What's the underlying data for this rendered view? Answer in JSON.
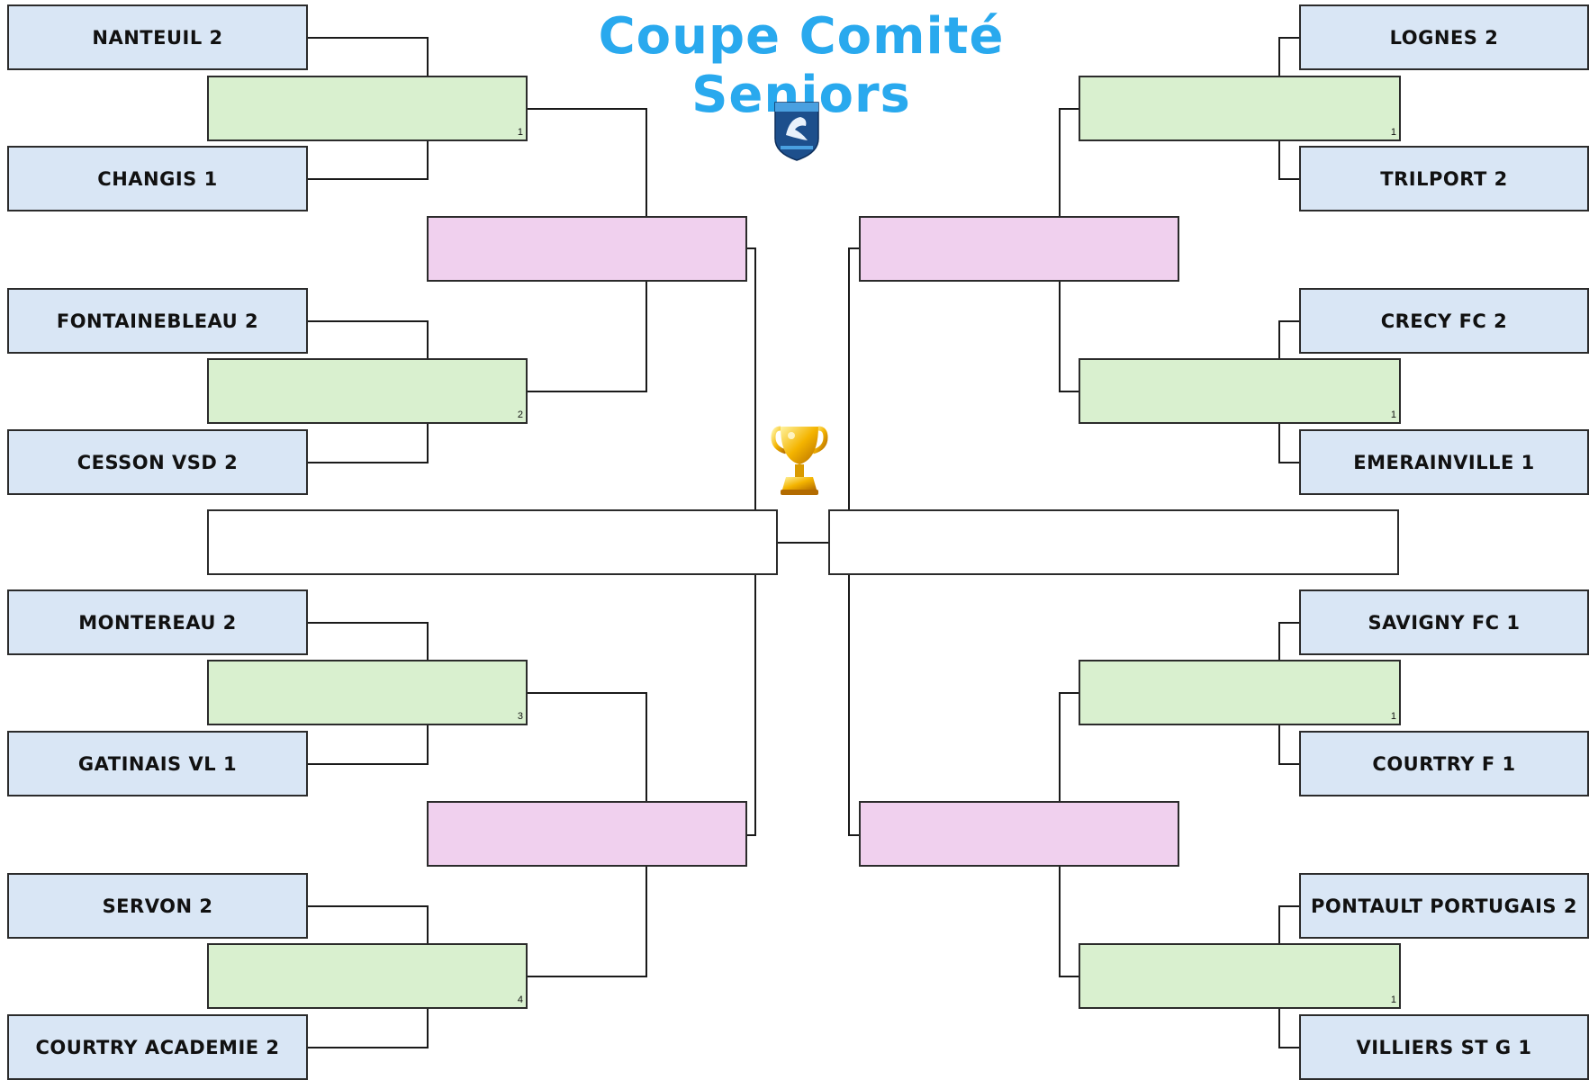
{
  "title": "Coupe Comité Seniors",
  "colors": {
    "title": "#29a9ee",
    "team_box": "#d9e6f5",
    "round2_box": "#d9f0cf",
    "semifinal_box": "#f0d0ee",
    "final_box": "#ffffff",
    "line": "#1a1a1a"
  },
  "icons": {
    "logo": "fff-district-logo",
    "trophy": "trophy-icon"
  },
  "left": {
    "teams": [
      "NANTEUIL 2",
      "CHANGIS 1",
      "FONTAINEBLEAU 2",
      "CESSON VSD 2",
      "MONTEREAU 2",
      "GATINAIS VL 1",
      "SERVON 2",
      "COURTRY ACADEMIE 2"
    ],
    "match_numbers": [
      "1",
      "2",
      "3",
      "4"
    ]
  },
  "right": {
    "teams": [
      "LOGNES 2",
      "TRILPORT 2",
      "CRECY FC 2",
      "EMERAINVILLE 1",
      "SAVIGNY FC 1",
      "COURTRY F 1",
      "PONTAULT PORTUGAIS 2",
      "VILLIERS ST G 1"
    ],
    "match_numbers": [
      "1",
      "1",
      "1",
      "1"
    ]
  }
}
